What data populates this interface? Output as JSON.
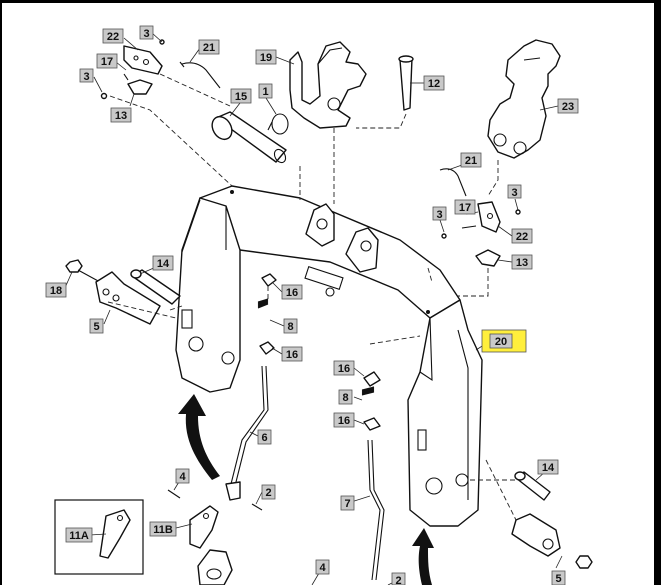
{
  "callouts": {
    "c22a": "22",
    "c3a": "3",
    "c21a": "21",
    "c17a": "17",
    "c3b": "3",
    "c13a": "13",
    "c19": "19",
    "c12": "12",
    "c23": "23",
    "c15": "15",
    "c1": "1",
    "c21b": "21",
    "c3c": "3",
    "c3d": "3",
    "c17b": "17",
    "c22b": "22",
    "c13b": "13",
    "c18": "18",
    "c14a": "14",
    "c5a": "5",
    "c16a": "16",
    "c8a": "8",
    "c16b": "16",
    "c20": "20",
    "c16c": "16",
    "c8b": "8",
    "c16d": "16",
    "c6": "6",
    "c7": "7",
    "c4a": "4",
    "c2a": "2",
    "c11a": "11A",
    "c11b": "11B",
    "c4b": "4",
    "c2b": "2",
    "c14b": "14",
    "c5b": "5"
  },
  "highlight_color": "#ffef3c",
  "callout_box_color": "#c9c9c9"
}
